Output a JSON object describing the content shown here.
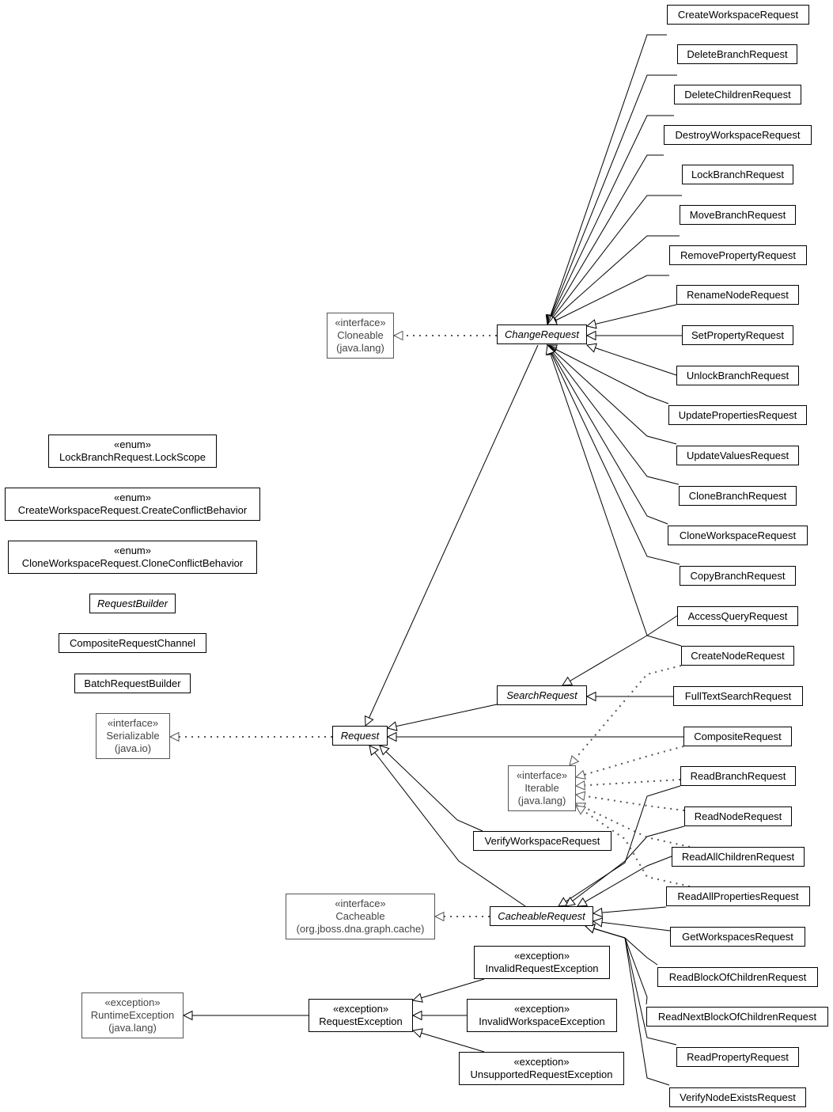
{
  "classes": {
    "change_request": {
      "name": "ChangeRequest",
      "stereotype": "",
      "abstract": true
    },
    "search_request": {
      "name": "SearchRequest",
      "stereotype": "",
      "abstract": true
    },
    "request": {
      "name": "Request",
      "stereotype": "",
      "abstract": true
    },
    "cacheable_request": {
      "name": "CacheableRequest",
      "stereotype": "",
      "abstract": true
    },
    "request_builder": {
      "name": "RequestBuilder",
      "stereotype": "",
      "abstract": true
    },
    "request_exception": {
      "name": "RequestException",
      "stereotype": "«exception»"
    },
    "create_workspace_request": {
      "name": "CreateWorkspaceRequest",
      "stereotype": ""
    },
    "delete_branch_request": {
      "name": "DeleteBranchRequest",
      "stereotype": ""
    },
    "delete_children_request": {
      "name": "DeleteChildrenRequest",
      "stereotype": ""
    },
    "destroy_workspace_request": {
      "name": "DestroyWorkspaceRequest",
      "stereotype": ""
    },
    "lock_branch_request": {
      "name": "LockBranchRequest",
      "stereotype": ""
    },
    "move_branch_request": {
      "name": "MoveBranchRequest",
      "stereotype": ""
    },
    "remove_property_request": {
      "name": "RemovePropertyRequest",
      "stereotype": ""
    },
    "rename_node_request": {
      "name": "RenameNodeRequest",
      "stereotype": ""
    },
    "set_property_request": {
      "name": "SetPropertyRequest",
      "stereotype": ""
    },
    "unlock_branch_request": {
      "name": "UnlockBranchRequest",
      "stereotype": ""
    },
    "update_properties_request": {
      "name": "UpdatePropertiesRequest",
      "stereotype": ""
    },
    "update_values_request": {
      "name": "UpdateValuesRequest",
      "stereotype": ""
    },
    "clone_branch_request": {
      "name": "CloneBranchRequest",
      "stereotype": ""
    },
    "clone_workspace_request": {
      "name": "CloneWorkspaceRequest",
      "stereotype": ""
    },
    "copy_branch_request": {
      "name": "CopyBranchRequest",
      "stereotype": ""
    },
    "access_query_request": {
      "name": "AccessQueryRequest",
      "stereotype": ""
    },
    "create_node_request": {
      "name": "CreateNodeRequest",
      "stereotype": ""
    },
    "full_text_search_request": {
      "name": "FullTextSearchRequest",
      "stereotype": ""
    },
    "composite_request": {
      "name": "CompositeRequest",
      "stereotype": ""
    },
    "read_branch_request": {
      "name": "ReadBranchRequest",
      "stereotype": ""
    },
    "read_node_request": {
      "name": "ReadNodeRequest",
      "stereotype": ""
    },
    "read_all_children_request": {
      "name": "ReadAllChildrenRequest",
      "stereotype": ""
    },
    "read_all_properties_request": {
      "name": "ReadAllPropertiesRequest",
      "stereotype": ""
    },
    "get_workspaces_request": {
      "name": "GetWorkspacesRequest",
      "stereotype": ""
    },
    "read_block_of_children_request": {
      "name": "ReadBlockOfChildrenRequest",
      "stereotype": ""
    },
    "read_next_block_of_children_request": {
      "name": "ReadNextBlockOfChildrenRequest",
      "stereotype": ""
    },
    "read_property_request": {
      "name": "ReadPropertyRequest",
      "stereotype": ""
    },
    "verify_node_exists_request": {
      "name": "VerifyNodeExistsRequest",
      "stereotype": ""
    },
    "verify_workspace_request": {
      "name": "VerifyWorkspaceRequest",
      "stereotype": ""
    },
    "composite_request_channel": {
      "name": "CompositeRequestChannel",
      "stereotype": ""
    },
    "batch_request_builder": {
      "name": "BatchRequestBuilder",
      "stereotype": ""
    },
    "lock_scope_enum": {
      "name": "LockBranchRequest.LockScope",
      "stereotype": "«enum»"
    },
    "create_conflict_behavior_enum": {
      "name": "CreateWorkspaceRequest.CreateConflictBehavior",
      "stereotype": "«enum»"
    },
    "clone_conflict_behavior_enum": {
      "name": "CloneWorkspaceRequest.CloneConflictBehavior",
      "stereotype": "«enum»"
    },
    "invalid_request_exception": {
      "name": "InvalidRequestException",
      "stereotype": "«exception»"
    },
    "invalid_workspace_exception": {
      "name": "InvalidWorkspaceException",
      "stereotype": "«exception»"
    },
    "unsupported_request_exception": {
      "name": "UnsupportedRequestException",
      "stereotype": "«exception»"
    },
    "cloneable_interface": {
      "name": "Cloneable",
      "stereotype": "«interface»",
      "package": "(java.lang)",
      "external": true
    },
    "serializable_interface": {
      "name": "Serializable",
      "stereotype": "«interface»",
      "package": "(java.io)",
      "external": true
    },
    "iterable_interface": {
      "name": "Iterable",
      "stereotype": "«interface»",
      "package": "(java.lang)",
      "external": true
    },
    "cacheable_interface": {
      "name": "Cacheable",
      "stereotype": "«interface»",
      "package": "(org.jboss.dna.graph.cache)",
      "external": true
    },
    "runtime_exception": {
      "name": "RuntimeException",
      "stereotype": "«exception»",
      "package": "(java.lang)",
      "external": true
    }
  },
  "colors": {
    "line": "#000000",
    "external_border": "#555555",
    "external_text": "#444444",
    "realization": "#555555"
  }
}
